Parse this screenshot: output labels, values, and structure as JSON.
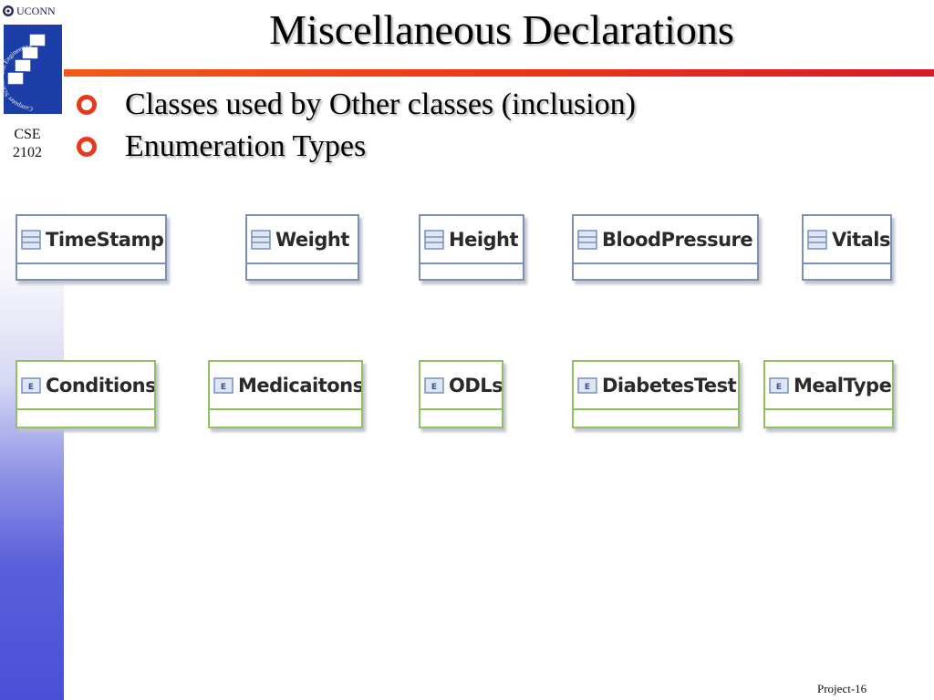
{
  "header": {
    "university": "UCONN",
    "course": [
      "CSE",
      "2102"
    ],
    "logo_ring_text": "Computer Science and Engineering"
  },
  "slide": {
    "title": "Miscellaneous Declarations",
    "bullets": [
      "Classes used by Other classes (inclusion)",
      "Enumeration Types"
    ]
  },
  "diagram": {
    "classes": [
      "TimeStamp",
      "Weight",
      "Height",
      "BloodPressure",
      "Vitals"
    ],
    "enumerations": [
      "Conditions",
      "Medicaitons",
      "ODLs",
      "DiabetesTest",
      "MealType"
    ]
  },
  "footer": {
    "page": "Project-16"
  },
  "colors": {
    "accent_bar": "#ec3418",
    "bullet": "#e8381e",
    "class_border": "#7c8fb7",
    "enum_border": "#8fc25d",
    "sidebar_blue": "#4a4fd8"
  },
  "icons": {
    "class": "uml-class-icon",
    "enumeration": "uml-enumeration-icon",
    "bullet": "circle-bullet-icon"
  }
}
